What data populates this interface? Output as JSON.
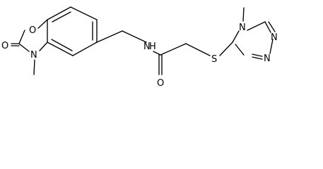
{
  "molecule": {
    "atoms": {
      "o_ring": "O",
      "o_carbonyl": "O",
      "n_ring": "N",
      "n_amide": "N",
      "h_amide": "H",
      "o_amide": "O",
      "s_thioether": "S",
      "n_triazole_methyl": "N",
      "n_triazole_a": "N",
      "n_triazole_b": "N"
    }
  }
}
